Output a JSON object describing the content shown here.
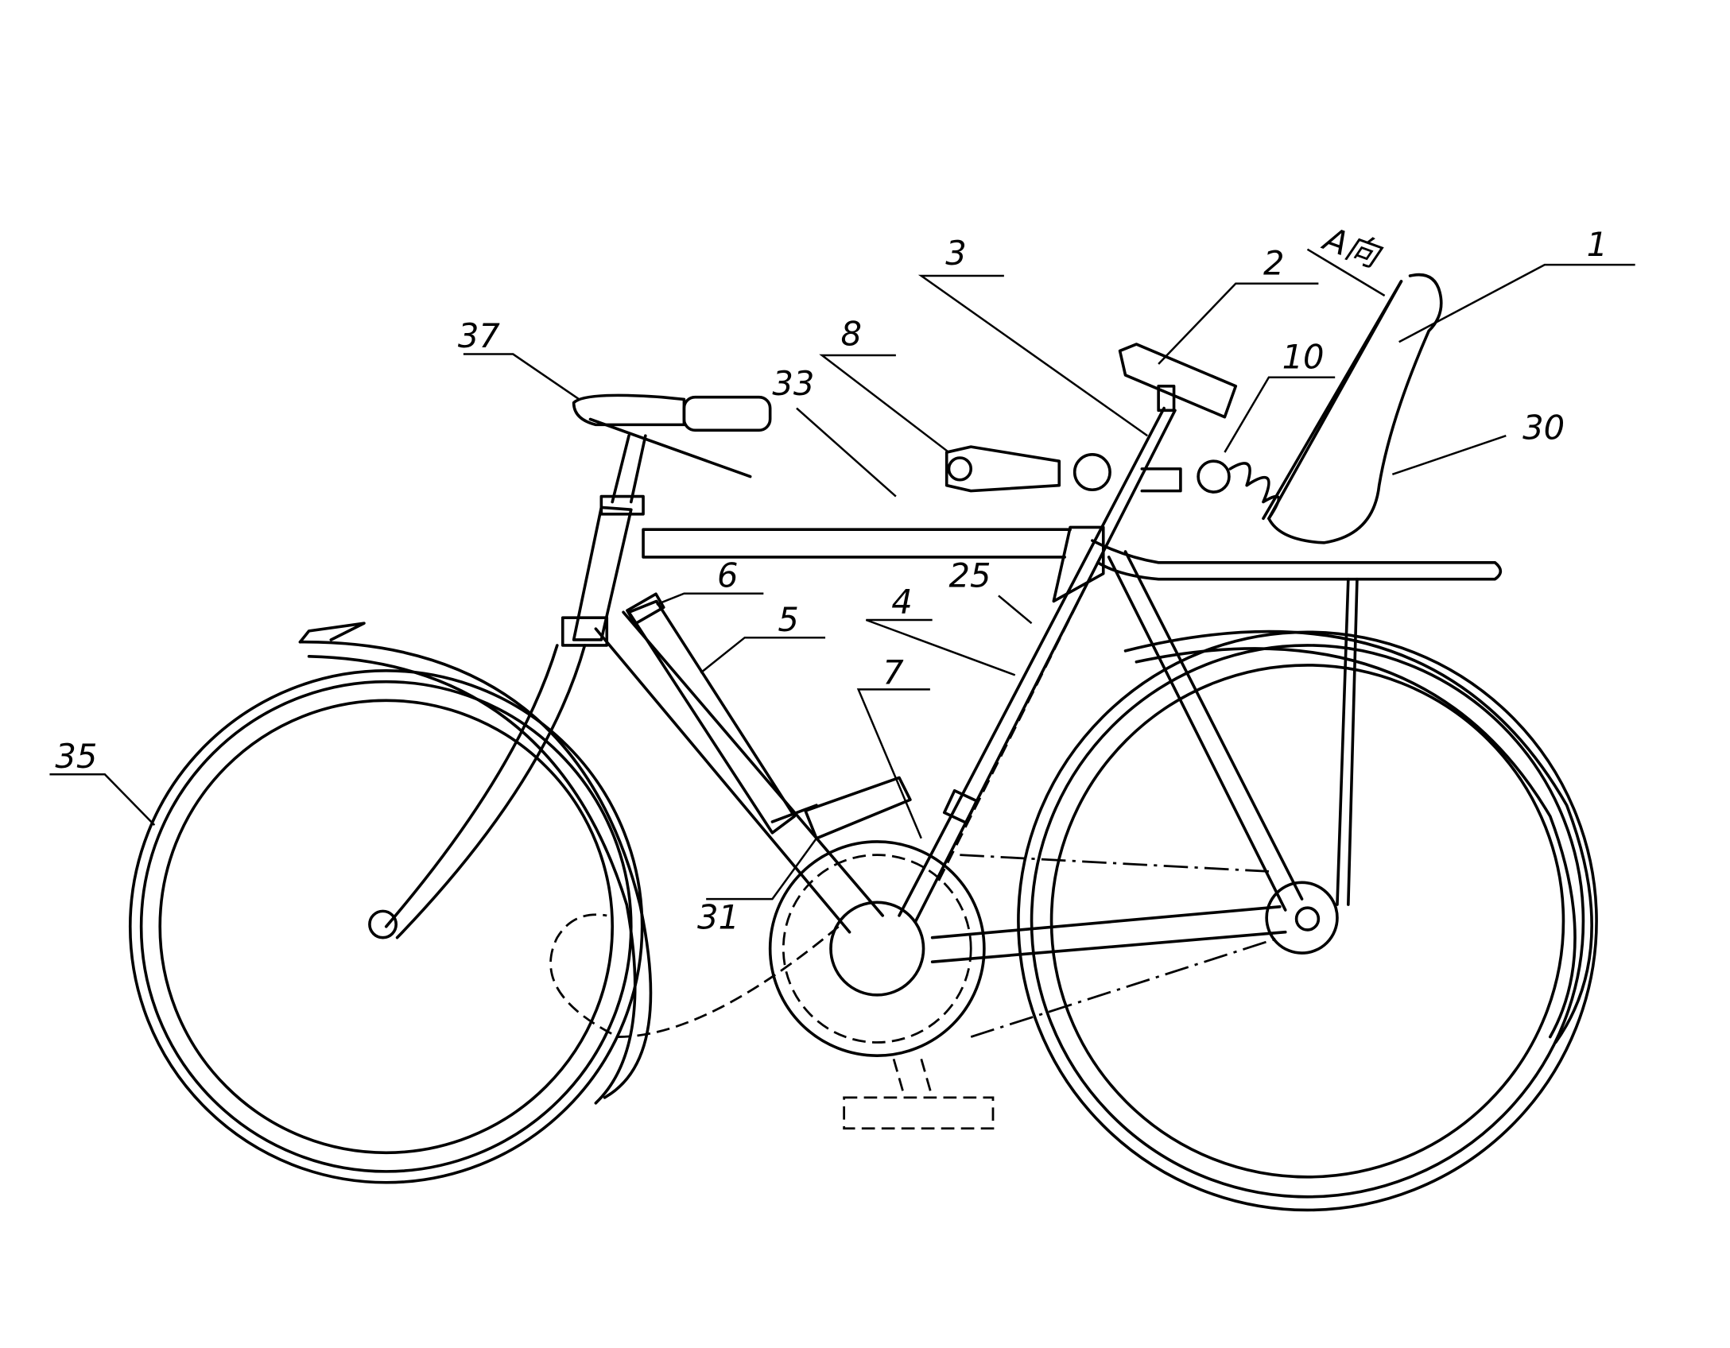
{
  "figure": {
    "title": "Bicycle with child seat (patent drawing)",
    "labels": {
      "l1": "1",
      "l2": "2",
      "l3": "3",
      "dir": "A向",
      "l10": "10",
      "l30": "30",
      "l8": "8",
      "l33": "33",
      "l37": "37",
      "l6": "6",
      "l5": "5",
      "l25": "25",
      "l4": "4",
      "l7": "7",
      "l35": "35",
      "l31": "31"
    }
  }
}
